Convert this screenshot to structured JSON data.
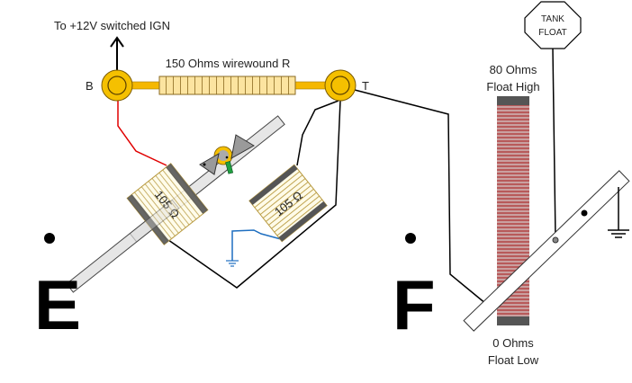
{
  "labels": {
    "supply": "To +12V switched IGN",
    "terminal_b": "B",
    "terminal_t": "T",
    "series_resistor": "150 Ohms wirewound R",
    "coil_left": "105 Ω",
    "coil_right": "105 Ω",
    "sender_high_value": "80 Ohms",
    "sender_high_state": "Float High",
    "sender_low_value": "0 Ohms",
    "sender_low_state": "Float Low",
    "tank_float_line1": "TANK",
    "tank_float_line2": "FLOAT",
    "empty_mark": "E",
    "full_mark": "F"
  },
  "colors": {
    "terminal": "#F5C000",
    "resistor": "#FCE4A0",
    "red_wire": "#E00000",
    "blue_wire": "#1F6FC0",
    "sender_stripes": "#B85A5A",
    "pointer": "#9A9A9A",
    "pointer_stop": "#20A040"
  }
}
